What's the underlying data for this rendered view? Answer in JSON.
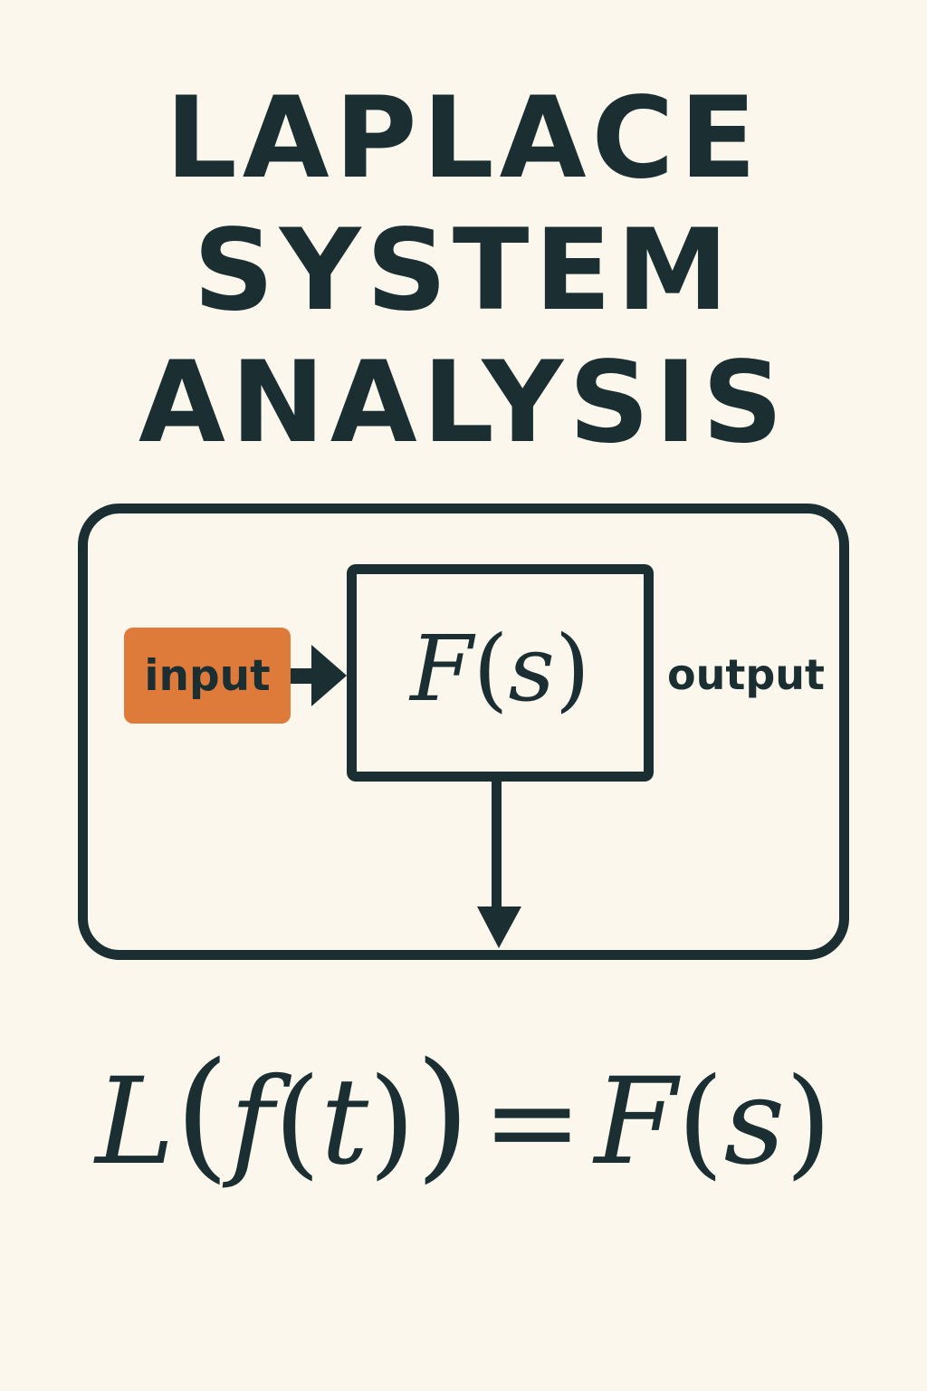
{
  "title": {
    "line1": "LAPLACE",
    "line2": "SYSTEM",
    "line3": "ANALYSIS"
  },
  "diagram": {
    "input_label": "input",
    "block_function": "F",
    "block_variable": "s",
    "output_label": "output"
  },
  "equation": {
    "operator": "L",
    "inner_function": "f",
    "time_variable": "t",
    "result_function": "F",
    "result_variable": "s"
  },
  "colors": {
    "background": "#fbf7ec",
    "ink": "#1b2f33",
    "input_fill": "#df7b3a"
  }
}
